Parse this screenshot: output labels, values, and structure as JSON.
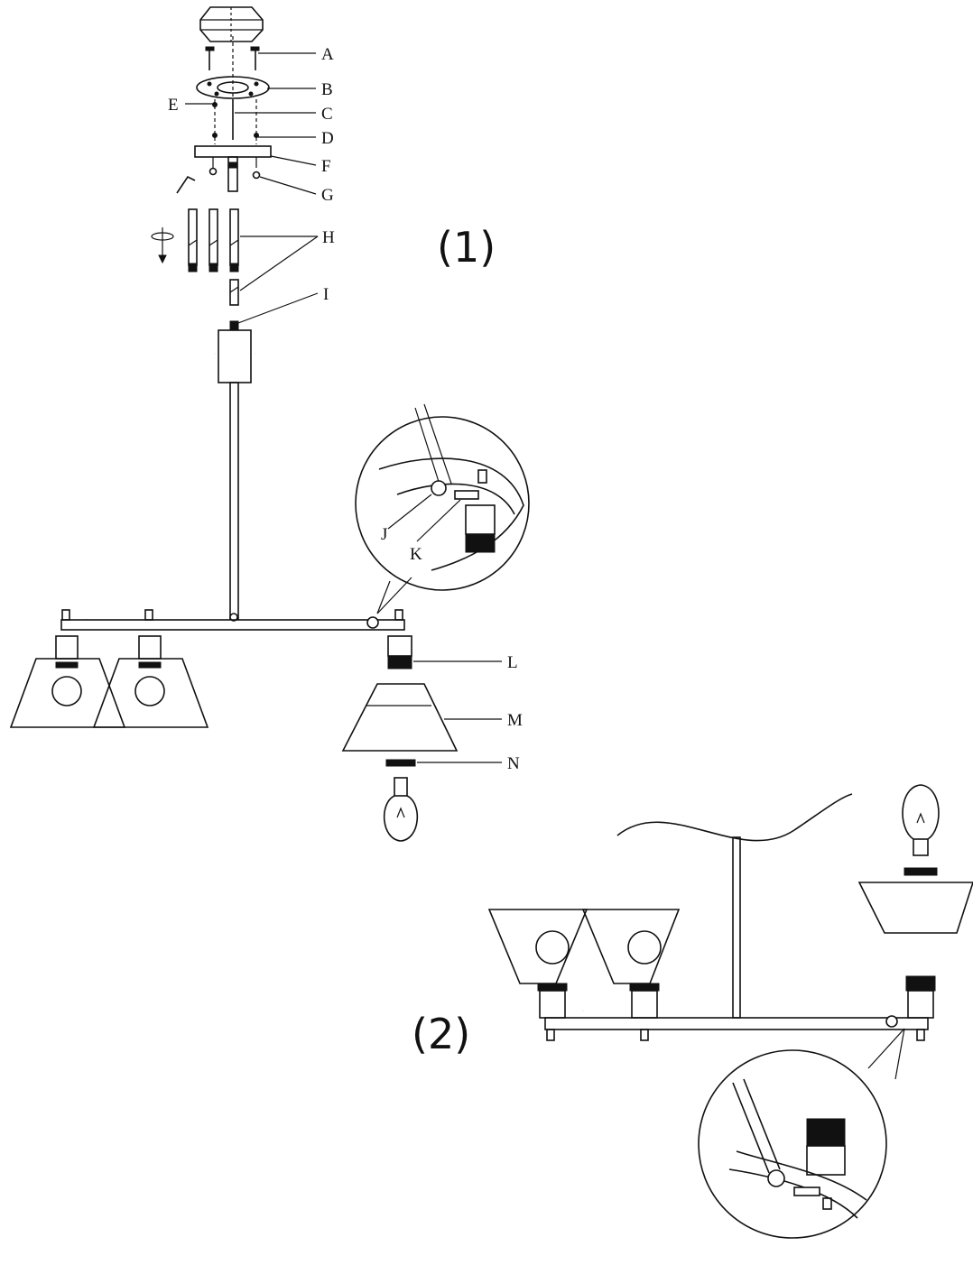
{
  "steps": {
    "step1": "(1)",
    "step2": "(2)"
  },
  "labels": {
    "A": "A",
    "B": "B",
    "C": "C",
    "D": "D",
    "E": "E",
    "F": "F",
    "G": "G",
    "H": "H",
    "I": "I",
    "J": "J",
    "K": "K",
    "L": "L",
    "M": "M",
    "N": "N"
  }
}
